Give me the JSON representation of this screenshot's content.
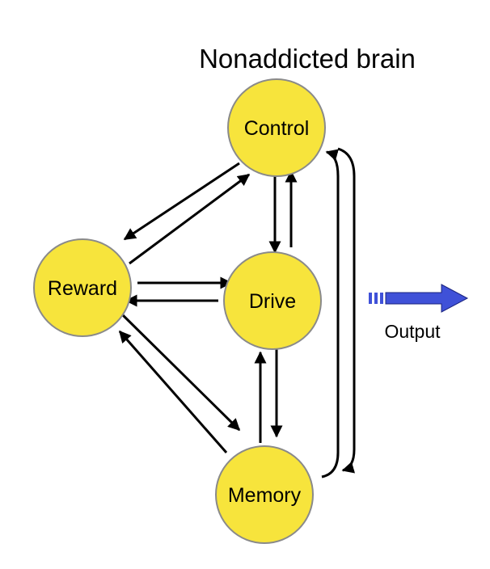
{
  "title": "Nonaddicted brain",
  "nodes": {
    "control": {
      "label": "Control"
    },
    "reward": {
      "label": "Reward"
    },
    "drive": {
      "label": "Drive"
    },
    "memory": {
      "label": "Memory"
    }
  },
  "output": {
    "label": "Output"
  },
  "edges": [
    {
      "from": "reward",
      "to": "control"
    },
    {
      "from": "control",
      "to": "reward"
    },
    {
      "from": "reward",
      "to": "drive"
    },
    {
      "from": "drive",
      "to": "reward"
    },
    {
      "from": "reward",
      "to": "memory"
    },
    {
      "from": "memory",
      "to": "reward"
    },
    {
      "from": "control",
      "to": "drive"
    },
    {
      "from": "drive",
      "to": "control"
    },
    {
      "from": "drive",
      "to": "memory"
    },
    {
      "from": "memory",
      "to": "drive"
    },
    {
      "from": "memory",
      "to": "control",
      "style": "bracket-loop"
    },
    {
      "from": "control",
      "to": "memory",
      "style": "bracket-loop"
    }
  ],
  "colors": {
    "node_fill": "#f7e43c",
    "node_stroke": "#8a8a8a",
    "arrow": "#000000",
    "output_arrow": "#3f51d8"
  }
}
